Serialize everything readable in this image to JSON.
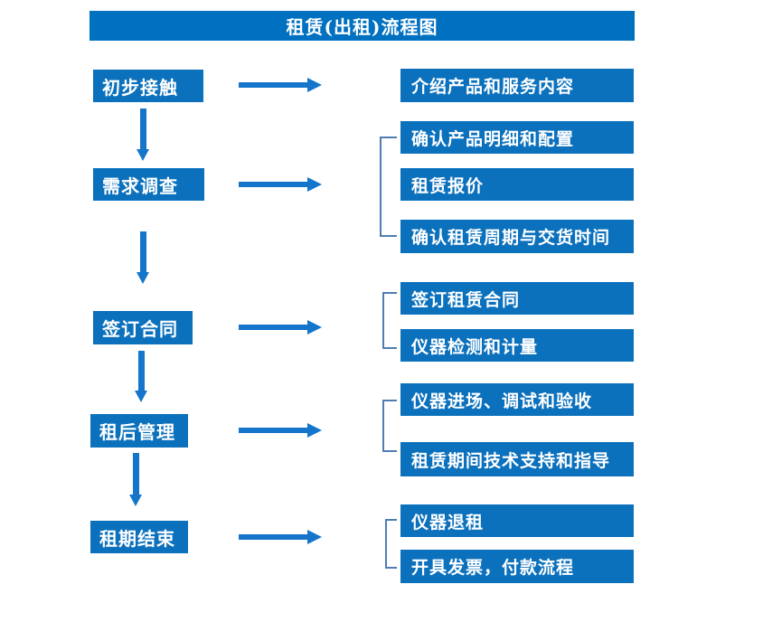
{
  "title": "租赁(出租)流程图",
  "colors": {
    "title_bar": "#0070c0",
    "box_blue": "#0c71bd",
    "arrow_blue": "#1475cb",
    "bracket_blue": "#4f7db3",
    "text": "#ffffff"
  },
  "steps": [
    {
      "label": "初步接触",
      "details": [
        "介绍产品和服务内容"
      ]
    },
    {
      "label": "需求调查",
      "details": [
        "确认产品明细和配置",
        "租赁报价",
        "确认租赁周期与交货时间"
      ]
    },
    {
      "label": "签订合同",
      "details": [
        "签订租赁合同",
        "仪器检测和计量"
      ]
    },
    {
      "label": "租后管理",
      "details": [
        "仪器进场、调试和验收",
        "租赁期间技术支持和指导"
      ]
    },
    {
      "label": "租期结束",
      "details": [
        "仪器退租",
        "开具发票，付款流程"
      ]
    }
  ]
}
